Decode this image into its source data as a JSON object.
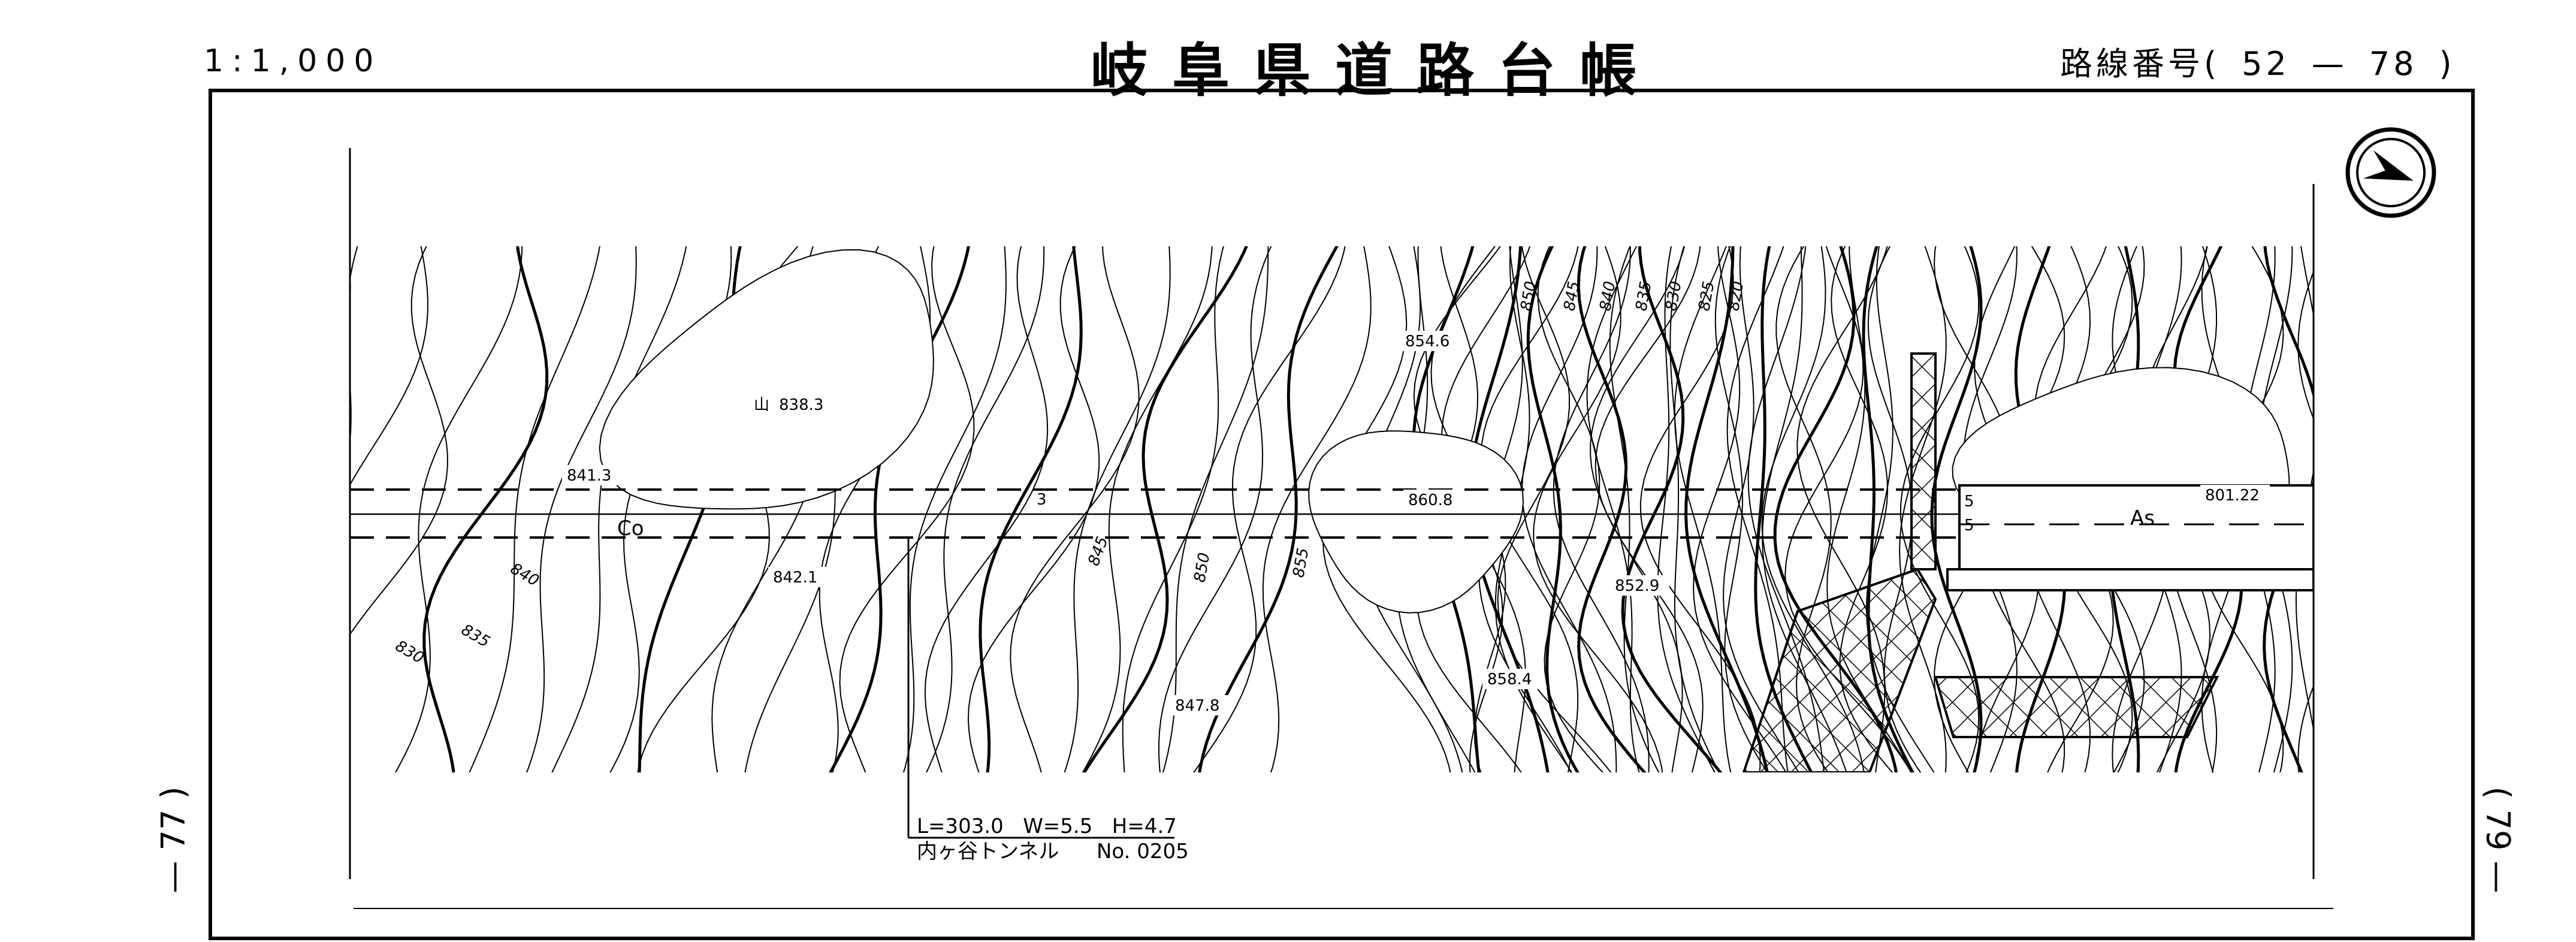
{
  "header": {
    "scale": "1:1,000",
    "title": "岐阜県道路台帳",
    "route_label": "路線番号(",
    "route_major": "52",
    "route_sep": "—",
    "route_minor": "78",
    "route_close": ")"
  },
  "page_prev": "— 77 )",
  "page_next": "( 79 —",
  "north_arrow_icon": "north-arrow-icon",
  "map": {
    "spot_heights": [
      "838.3",
      "841.3",
      "842.1",
      "854.6",
      "860.8",
      "852.9",
      "858.4",
      "847.8",
      "801.22"
    ],
    "summit_mark": "山",
    "contour_labels": [
      "840",
      "835",
      "830",
      "845",
      "850",
      "855",
      "850",
      "845",
      "840",
      "835",
      "830",
      "825",
      "820"
    ],
    "road_surface_left": "Co",
    "road_surface_right": "As",
    "station_mark": "3",
    "road_width_1": "5",
    "road_width_2": "5"
  },
  "tunnel": {
    "dims": "L=303.0   W=5.5   H=4.7",
    "name": "内ヶ谷トンネル",
    "number": "No. 0205"
  }
}
